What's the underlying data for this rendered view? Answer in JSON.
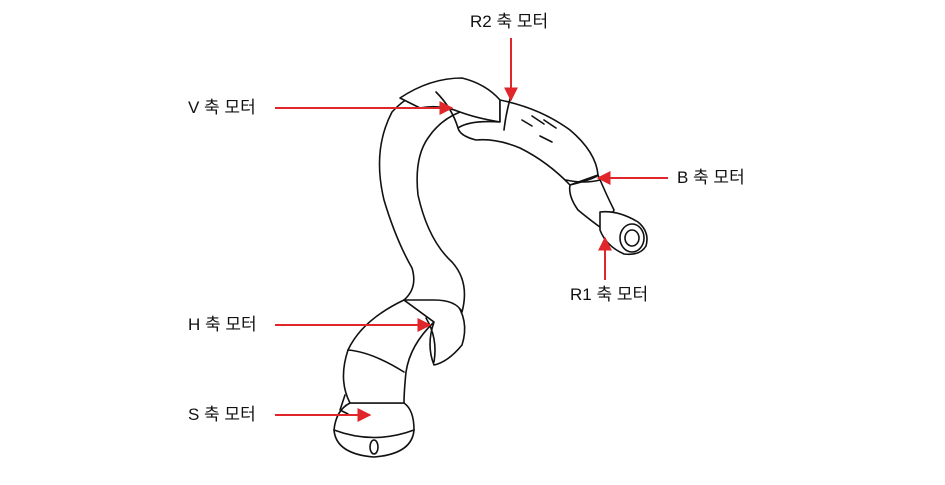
{
  "labels": {
    "r2": "R2 축 모터",
    "v": "V 축 모터",
    "b": "B 축 모터",
    "r1": "R1 축 모터",
    "h": "H 축 모터",
    "s": "S 축 모터"
  },
  "colors": {
    "arrow": "#e0262b",
    "line": "#111111",
    "fill": "#ffffff"
  }
}
